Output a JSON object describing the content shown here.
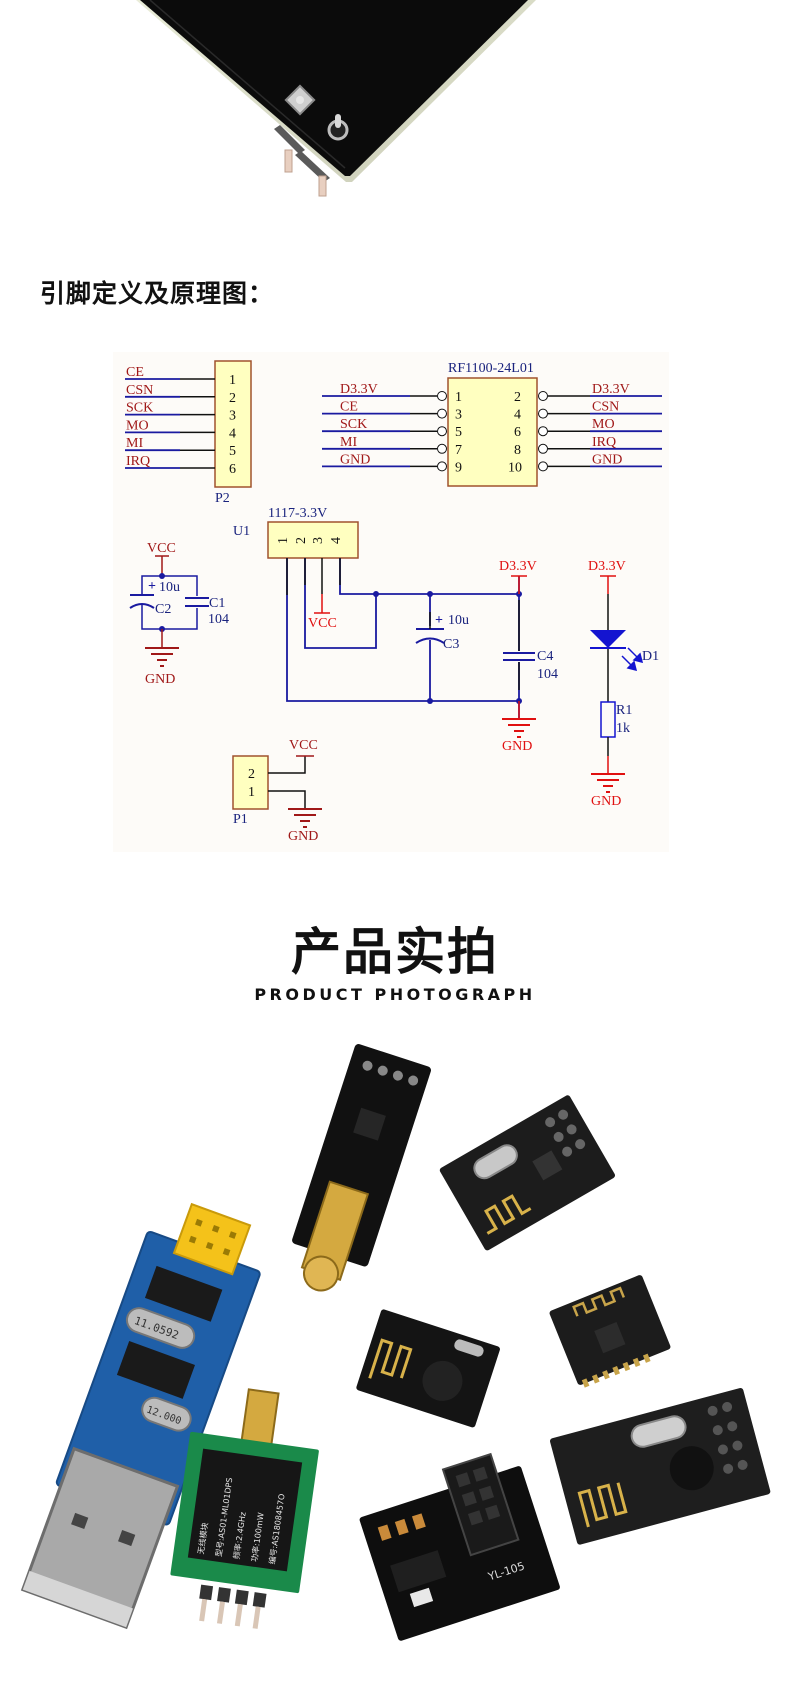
{
  "pin_section": {
    "heading": "引脚定义及原理图："
  },
  "schematic": {
    "p2": {
      "ref": "P2",
      "pins": [
        "1",
        "2",
        "3",
        "4",
        "5",
        "6"
      ],
      "nets": [
        "CE",
        "CSN",
        "SCK",
        "MO",
        "MI",
        "IRQ"
      ]
    },
    "rf_module": {
      "part": "RF1100-24L01",
      "left_pins": [
        "1",
        "3",
        "5",
        "7",
        "9"
      ],
      "left_nets": [
        "D3.3V",
        "CE",
        "SCK",
        "MI",
        "GND"
      ],
      "right_pins": [
        "2",
        "4",
        "6",
        "8",
        "10"
      ],
      "right_nets": [
        "D3.3V",
        "CSN",
        "MO",
        "IRQ",
        "GND"
      ]
    },
    "regulator": {
      "ref": "U1",
      "part": "1117-3.3V",
      "pins": [
        "1",
        "2",
        "3",
        "4"
      ],
      "vcc_label": "VCC"
    },
    "input_caps": {
      "vcc_label": "VCC",
      "gnd_label": "GND",
      "c2_ref": "C2",
      "c2_value": "10u",
      "c1_ref": "C1",
      "c1_value": "104"
    },
    "output_caps": {
      "rail_label": "D3.3V",
      "gnd_label": "GND",
      "c3_ref": "C3",
      "c3_value": "10u",
      "c4_ref": "C4",
      "c4_value": "104"
    },
    "led": {
      "rail_label": "D3.3V",
      "d_ref": "D1",
      "r_ref": "R1",
      "r_value": "1k",
      "gnd_label": "GND"
    },
    "p1": {
      "ref": "P1",
      "pins": [
        "2",
        "1"
      ],
      "vcc_label": "VCC",
      "gnd_label": "GND"
    },
    "colors": {
      "wire": "#1a1aa0",
      "net_label": "#a01818",
      "power_symbol": "#e01010",
      "component_fill": "#ffffc0",
      "component_border": "#a0522d",
      "background": "#fdfbf8"
    }
  },
  "product_section": {
    "title": "产品实拍",
    "subtitle": "PRODUCT PHOTOGRAPH",
    "photo_labels": {
      "green_module": [
        "无线模块",
        "型号:AS01-ML01DPS",
        "频率:2.4GHz",
        "功率:100mW",
        "编号:AS1808457O"
      ],
      "adapter_board": "YL-105",
      "crystal_1": "11.0592",
      "crystal_2": "12.000"
    }
  }
}
